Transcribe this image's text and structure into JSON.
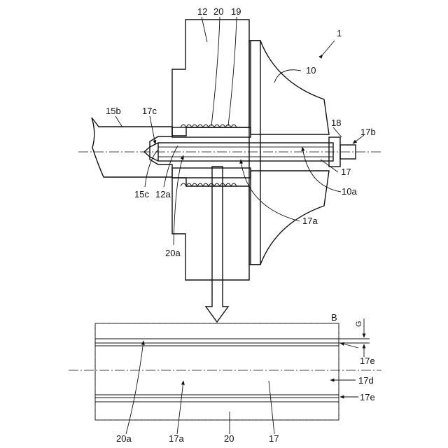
{
  "figure": {
    "labels": {
      "assembly": "1",
      "housing": "12",
      "bushing": "20",
      "gap_upper": "19",
      "impeller": "10",
      "shaft_end": "15b",
      "tip": "17c",
      "nut": "18",
      "thread_end": "17b",
      "rod": "17",
      "bore": "10a",
      "rod_body": "17a",
      "recess": "15c",
      "bore_housing": "12a",
      "bush_inner": "20a",
      "detail_mark": "B",
      "gap": "G",
      "coating_top": "17e",
      "core": "17d",
      "coating_bottom": "17e",
      "bottom_20a": "20a",
      "bottom_17a": "17a",
      "bottom_20": "20",
      "bottom_17": "17"
    }
  }
}
